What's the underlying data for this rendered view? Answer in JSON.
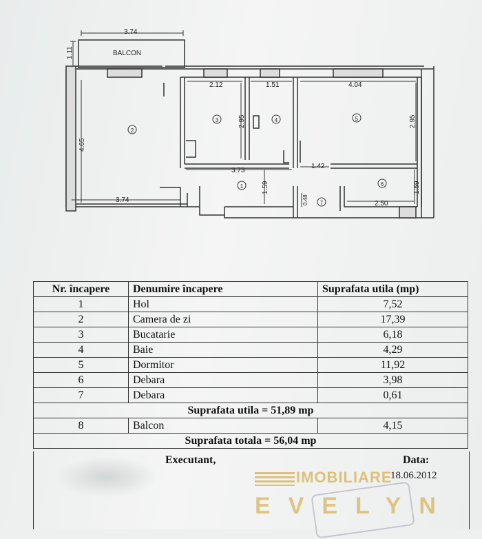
{
  "plan": {
    "balcony_label": "BALCON",
    "dimensions": {
      "balcon_width": "3.74",
      "balcon_depth": "1.11",
      "room2_height": "4.65",
      "room2_width": "3.74",
      "room3_width": "2.12",
      "room3_height": "2.95",
      "room4_width": "1.51",
      "room5_width": "4.04",
      "room5_height": "2.95",
      "hall_width": "3.73",
      "hall_height": "1.59",
      "hall_passage": "1.42",
      "room7_width": "0.48",
      "room6_width": "2.50",
      "room6_height": "1.59"
    },
    "room_markers": [
      "1",
      "2",
      "3",
      "4",
      "5",
      "6",
      "7"
    ]
  },
  "table": {
    "headers": [
      "Nr. încapere",
      "Denumire încapere",
      "Suprafata utila (mp)"
    ],
    "rows": [
      {
        "nr": "1",
        "name": "Hol",
        "area": "7,52"
      },
      {
        "nr": "2",
        "name": "Camera de zi",
        "area": "17,39"
      },
      {
        "nr": "3",
        "name": "Bucatarie",
        "area": "6,18"
      },
      {
        "nr": "4",
        "name": "Baie",
        "area": "4,29"
      },
      {
        "nr": "5",
        "name": "Dormitor",
        "area": "11,92"
      },
      {
        "nr": "6",
        "name": "Debara",
        "area": "3,98"
      },
      {
        "nr": "7",
        "name": "Debara",
        "area": "0,61"
      }
    ],
    "useful_total": "Suprafata utila = 51,89 mp",
    "balcony_row": {
      "nr": "8",
      "name": "Balcon",
      "area": "4,15"
    },
    "grand_total": "Suprafata totala = 56,04 mp"
  },
  "footer": {
    "executant_label": "Executant,",
    "date_label": "Data:",
    "date_value": "18.06.2012"
  },
  "watermark": {
    "line1": "IMOBILIARE",
    "line2": "EVELYN"
  }
}
